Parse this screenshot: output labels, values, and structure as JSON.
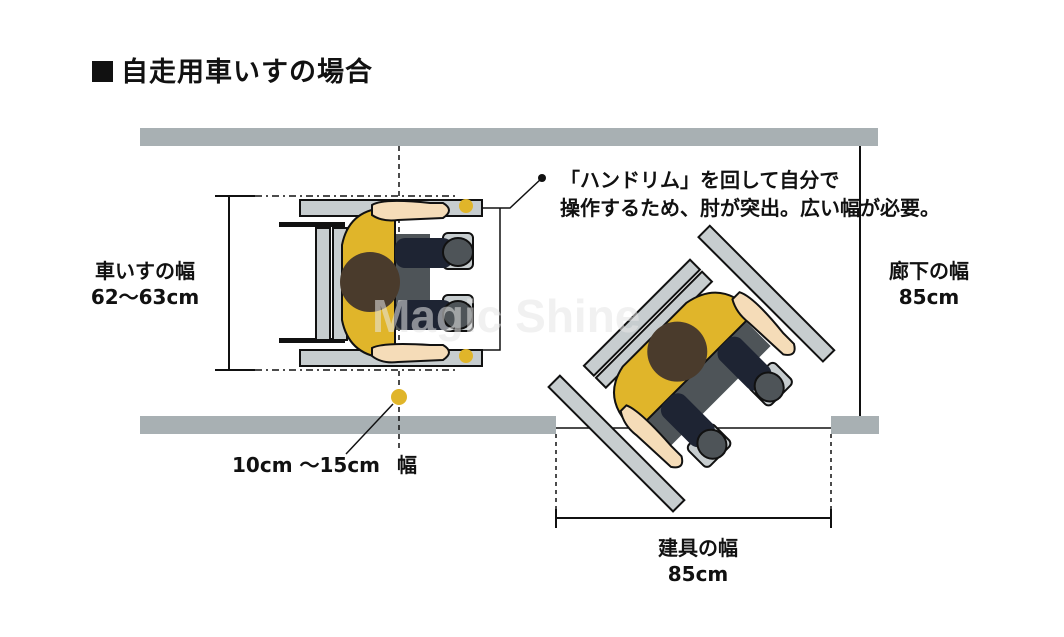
{
  "title": "自走用車いすの場合",
  "annotations": {
    "handrim_line1": "「ハンドリム」を回して自分で",
    "handrim_line2": "操作するため、肘が突出。広い幅が必要。",
    "wheelchair_width_label": "車いすの幅",
    "wheelchair_width_value": "62～63cm",
    "clearance_value": "10cm ～15cm",
    "clearance_label": "幅",
    "corridor_width_label": "廊下の幅",
    "corridor_width_value": "85cm",
    "door_width_label": "建具の幅",
    "door_width_value": "85cm"
  },
  "watermark": "Magic Shine",
  "colors": {
    "wall": "#a8b0b3",
    "wheel": "#c7cdcf",
    "outline": "#111111",
    "shirt": "#e0b52a",
    "skin": "#f5dcb8",
    "hair": "#4a3b2c",
    "pants": "#1e2433",
    "shoe": "#4e5458",
    "dot": "#e0b52a",
    "text": "#111111"
  }
}
